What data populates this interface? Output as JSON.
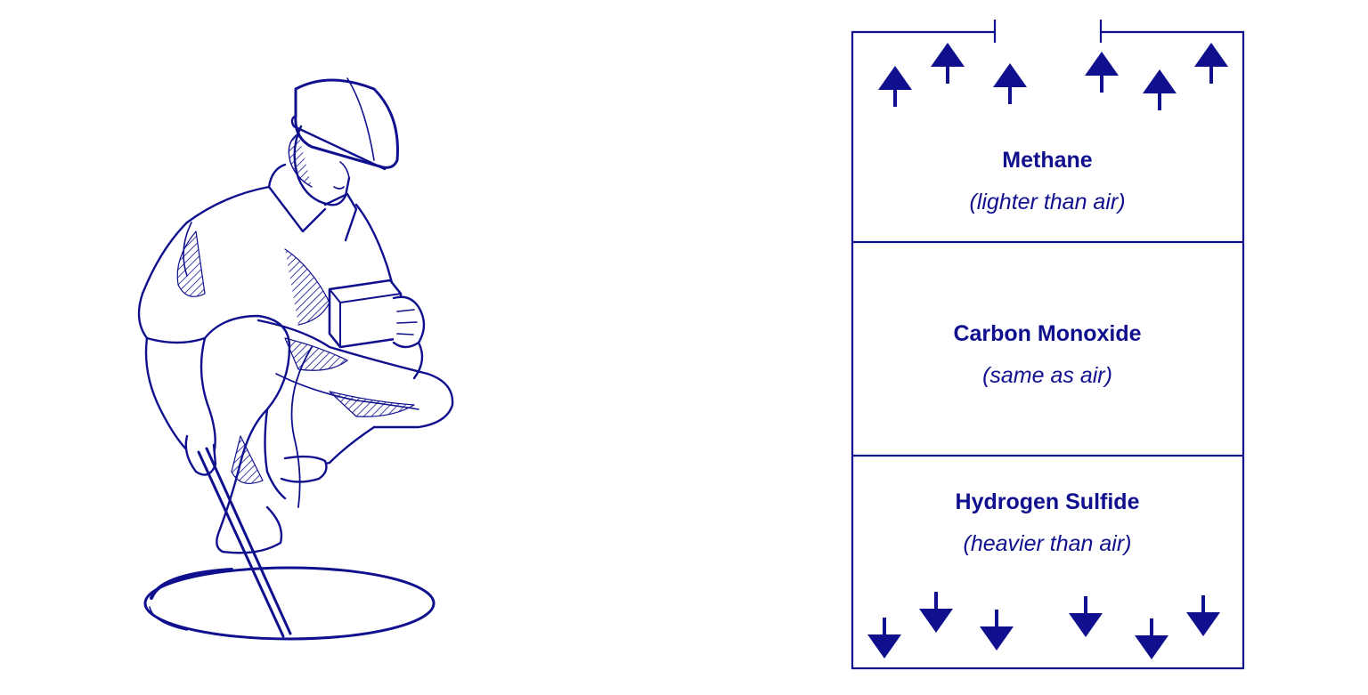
{
  "colors": {
    "ink": "#10108f",
    "background": "#ffffff"
  },
  "layers": [
    {
      "name": "Methane",
      "note": "(lighter than air)",
      "arrows": "up"
    },
    {
      "name": "Carbon Monoxide",
      "note": "(same as air)",
      "arrows": "none"
    },
    {
      "name": "Hydrogen Sulfide",
      "note": "(heavier than air)",
      "arrows": "down"
    }
  ],
  "illustration": {
    "subject": "worker in hard hat crouching with gas detector and sampling probe above manhole opening"
  }
}
